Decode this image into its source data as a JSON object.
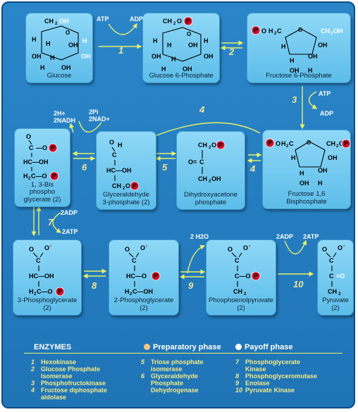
{
  "title": "",
  "metabolites": {
    "glucose": "Glucose",
    "g6p": "Glucose 6-Phosphate",
    "f6p": "Fructose 6-Phosphate",
    "f16bp": [
      "Fructose 1,6",
      "Bisphosphate"
    ],
    "dhap": [
      "Dihydroxyacetone",
      "phosphate"
    ],
    "g3p": [
      "Glyceraldehyde",
      "3-phosphate (2)"
    ],
    "bpg13": [
      "1, 3-Bis",
      "phospho",
      "glycerate (2)"
    ],
    "pg3": [
      "3-Phosphoglycerate",
      "(2)"
    ],
    "pg2": [
      "2-Phosphoglycerate",
      "(2)"
    ],
    "pep": [
      "Phosphoenolpyruvate",
      "(2)"
    ],
    "pyruvate": [
      "Pyruvate",
      "(2)"
    ]
  },
  "cofactors": {
    "atp1": "ATP",
    "adp1": "ADP",
    "atp3": "ATP",
    "adp3": "ADP",
    "h2nadh": [
      "2H+",
      "2NADH"
    ],
    "pi_nad": [
      "2Pi",
      "2NAD+"
    ],
    "adp7": "2ADP",
    "atp7": "2ATP",
    "h2o": "2 H2O",
    "adp10": "2ADP",
    "atp10": "2ATP"
  },
  "steps": [
    "1",
    "2",
    "3",
    "4",
    "4",
    "5",
    "6",
    "7",
    "8",
    "9",
    "10"
  ],
  "legend": {
    "enzymes_title": "ENZYMES",
    "preparatory": "Preparatory phase",
    "payoff": "Payoff phase",
    "enzymes": [
      {
        "num": "1",
        "name": [
          "Hexokinase"
        ]
      },
      {
        "num": "2",
        "name": [
          "Glucose Phosphate",
          "Isomerase"
        ]
      },
      {
        "num": "3",
        "name": [
          "Phosphofructokinase"
        ]
      },
      {
        "num": "4",
        "name": [
          "Fructose diphosphate",
          "aldolase"
        ]
      },
      {
        "num": "5",
        "name": [
          "Triose phosphate",
          "isomerase"
        ]
      },
      {
        "num": "6",
        "name": [
          "Glyceraldehyde",
          "Phosphate",
          "Dehydrogenase"
        ]
      },
      {
        "num": "7",
        "name": [
          "Phosphoglycerate",
          "Kinase"
        ]
      },
      {
        "num": "8",
        "name": [
          "Phosphoglyceromutase"
        ]
      },
      {
        "num": "9",
        "name": [
          "Enolase"
        ]
      },
      {
        "num": "10",
        "name": [
          "Pyruvate Kinase"
        ]
      }
    ]
  },
  "colors": {
    "panel": "#2a86c9",
    "box": "#8fd8f7",
    "arrow": "#e7f06a",
    "phosphate": "#d0102a",
    "preparatory_dot": "#f4c58a",
    "payoff_dot": "#ffffff"
  }
}
